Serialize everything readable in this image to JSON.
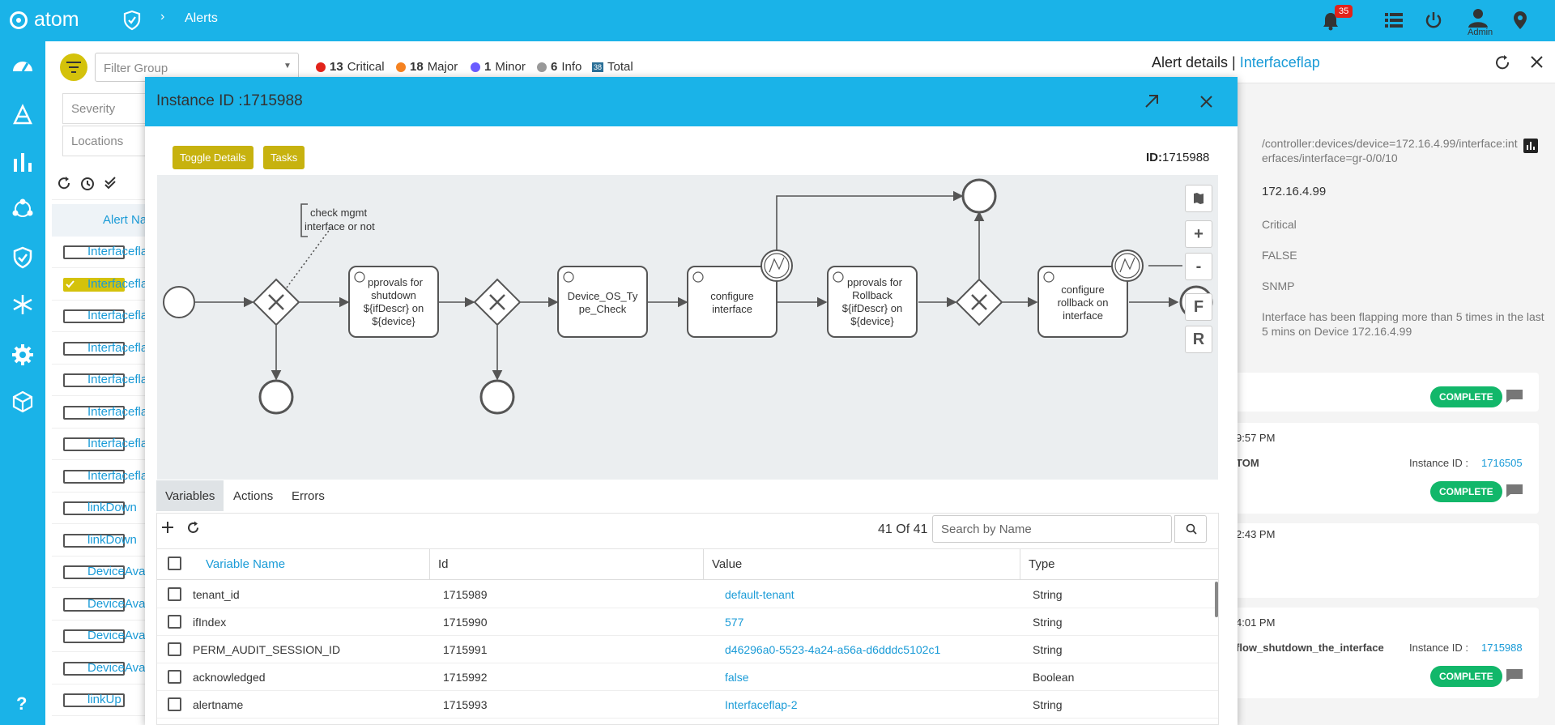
{
  "app": {
    "logo_text": "atom",
    "breadcrumb": "Alerts",
    "notification_count": "35",
    "user_label": "Admin"
  },
  "filters": {
    "filter_group_placeholder": "Filter Group",
    "severity_placeholder": "Severity",
    "locations_placeholder": "Locations",
    "counts": [
      {
        "count": "13",
        "label": "Critical",
        "color": "#e2231a"
      },
      {
        "count": "18",
        "label": "Major",
        "color": "#f58220"
      },
      {
        "count": "1",
        "label": "Minor",
        "color": "#6a5cff"
      },
      {
        "count": "6",
        "label": "Info",
        "color": "#999999"
      },
      {
        "count": "38",
        "label": "Total",
        "color": "#2a6f97"
      }
    ]
  },
  "alert_list": {
    "header": "Alert Na",
    "rows": [
      {
        "name": "Interfacefla",
        "checked": false
      },
      {
        "name": "Interfacefla",
        "checked": true
      },
      {
        "name": "Interfacefla",
        "checked": false
      },
      {
        "name": "Interfacefla",
        "checked": false
      },
      {
        "name": "Interfacefla",
        "checked": false
      },
      {
        "name": "Interfacefla",
        "checked": false
      },
      {
        "name": "Interfacefla",
        "checked": false
      },
      {
        "name": "Interfacefla",
        "checked": false
      },
      {
        "name": "linkDown",
        "checked": false
      },
      {
        "name": "linkDown",
        "checked": false
      },
      {
        "name": "DeviceAvai",
        "checked": false
      },
      {
        "name": "DeviceAvai",
        "checked": false
      },
      {
        "name": "DeviceAvai",
        "checked": false
      },
      {
        "name": "DeviceAvai",
        "checked": false
      },
      {
        "name": "linkUp",
        "checked": false
      }
    ]
  },
  "alert_details": {
    "title": "Alert details",
    "alert_name": "Interfaceflap",
    "path_line1": "/controller:devices/device=172.16.4.99/interface:int",
    "path_line2": "erfaces/interface=gr-0/0/10",
    "ip": "172.16.4.99",
    "severity": "Critical",
    "flag": "FALSE",
    "source": "SNMP",
    "desc_line1": "Interface has been flapping more than 5 times in the last",
    "desc_line2": "5 mins on Device 172.16.4.99",
    "cards": [
      {
        "status": "COMPLETE"
      },
      {
        "time": "9:57 PM",
        "name": "TOM",
        "instance_label": "Instance ID :",
        "instance_id": "1716505",
        "status": "COMPLETE"
      },
      {
        "time": "2:43 PM"
      },
      {
        "time": "4:01 PM",
        "name": "flow_shutdown_the_interface",
        "instance_label": "Instance ID :",
        "instance_id": "1715988",
        "status": "COMPLETE"
      }
    ]
  },
  "modal": {
    "title": "Instance ID :1715988",
    "toggle_details": "Toggle Details",
    "tasks": "Tasks",
    "id_prefix": "ID:",
    "id_value": "1715988",
    "diagram": {
      "annotation_line1": "check mgmt",
      "annotation_line2": "interface or not",
      "task1": [
        "pprovals for",
        "shutdown",
        "${ifDescr} on",
        "${device}"
      ],
      "task2": [
        "Device_OS_Ty",
        "pe_Check"
      ],
      "task3": [
        "configure",
        "interface"
      ],
      "task4": [
        "pprovals for",
        "Rollback",
        "${ifDescr} on",
        "${device}"
      ],
      "task5": [
        "configure",
        "rollback on",
        "interface"
      ],
      "zoom": {
        "fit": "F",
        "reset": "R",
        "plus": "+",
        "minus": "-"
      }
    },
    "tabs": [
      "Variables",
      "Actions",
      "Errors"
    ],
    "count": "41 Of 41",
    "search_placeholder": "Search by Name",
    "columns": [
      "Variable Name",
      "Id",
      "Value",
      "Type"
    ],
    "rows": [
      {
        "name": "tenant_id",
        "id": "1715989",
        "value": "default-tenant",
        "type": "String"
      },
      {
        "name": "ifIndex",
        "id": "1715990",
        "value": "577",
        "type": "String"
      },
      {
        "name": "PERM_AUDIT_SESSION_ID",
        "id": "1715991",
        "value": "d46296a0-5523-4a24-a56a-d6dddc5102c1",
        "type": "String"
      },
      {
        "name": "acknowledged",
        "id": "1715992",
        "value": "false",
        "type": "Boolean"
      },
      {
        "name": "alertname",
        "id": "1715993",
        "value": "Interfaceflap-2",
        "type": "String"
      }
    ]
  }
}
